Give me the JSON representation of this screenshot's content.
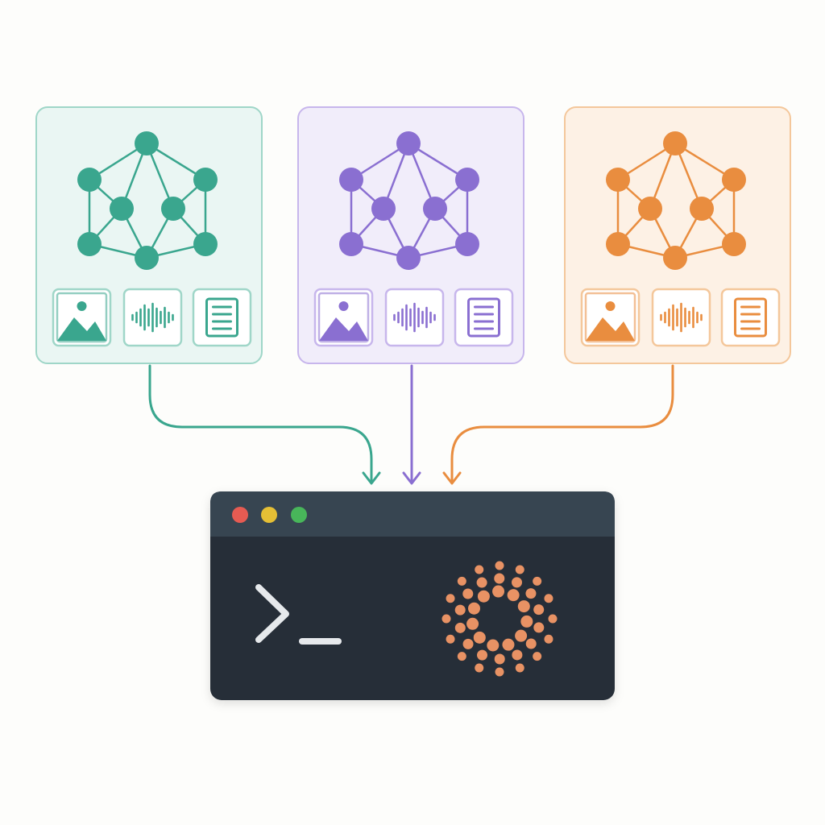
{
  "canvas": {
    "background": "#fdfdfb"
  },
  "panels": [
    {
      "id": "teal",
      "color": "#3aa68e",
      "fill": "#eaf6f3",
      "border": "#9fd6c8",
      "node_icon": "network-graph-icon",
      "media_icons": [
        "image-icon",
        "audio-waveform-icon",
        "document-icon"
      ]
    },
    {
      "id": "purple",
      "color": "#8a6fd1",
      "fill": "#f1edfa",
      "border": "#c7b6ec",
      "node_icon": "network-graph-icon",
      "media_icons": [
        "image-icon",
        "audio-waveform-icon",
        "document-icon"
      ]
    },
    {
      "id": "orange",
      "color": "#e98d3f",
      "fill": "#fdf1e5",
      "border": "#f4c79b",
      "node_icon": "network-graph-icon",
      "media_icons": [
        "image-icon",
        "audio-waveform-icon",
        "document-icon"
      ]
    }
  ],
  "terminal": {
    "titlebar_color": "#374551",
    "body_color": "#252e37",
    "window_buttons": [
      {
        "name": "close-button",
        "color": "#e65b52"
      },
      {
        "name": "minimize-button",
        "color": "#e5bf35"
      },
      {
        "name": "maximize-button",
        "color": "#48b65a"
      }
    ],
    "prompt_color": "#e6e9ec",
    "prompt_icon": "terminal-prompt-icon",
    "logo_icon": "dotted-ring-logo-icon",
    "logo_color": "#e89264"
  }
}
